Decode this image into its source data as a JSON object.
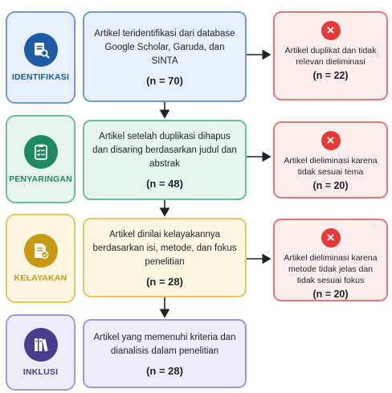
{
  "colors": {
    "blue": "#1f5aa6",
    "blue_bg": "#e8f0fb",
    "blue_border": "#6f9ad8",
    "green": "#1e8a5f",
    "green_bg": "#e6f5ee",
    "green_border": "#6cbf9a",
    "yellow": "#c79a12",
    "yellow_bg": "#fdf6e0",
    "yellow_border": "#e8c561",
    "purple": "#4b3b8f",
    "purple_bg": "#efecfa",
    "purple_border": "#a596dc",
    "red": "#e53935",
    "red_bg": "#fdeeee",
    "red_border": "#e27a7a"
  },
  "stages": [
    {
      "label": "IDENTIFIKASI",
      "icon": "document-search-icon"
    },
    {
      "label": "PENYARINGAN",
      "icon": "clipboard-checklist-icon"
    },
    {
      "label": "KELAYAKAN",
      "icon": "document-check-icon"
    },
    {
      "label": "INKLUSI",
      "icon": "books-icon"
    }
  ],
  "steps": [
    {
      "text": "Artikel teridentifikasi dari database Google Scholar, Garuda, dan SINTA",
      "n": "(n = 70)"
    },
    {
      "text": "Artikel setelah duplikasi dihapus dan disaring berdasarkan judul dan abstrak",
      "n": "(n = 48)"
    },
    {
      "text": "Artikel dinilai kelayakannya berdasarkan isi, metode, dan fokus penelitian",
      "n": "(n = 28)"
    },
    {
      "text": "Artikel yang memenuhi kriteria dan dianalisis dalam penelitian",
      "n": "(n = 28)"
    }
  ],
  "excluded": [
    {
      "text": "Artikel duplikat dan tidak relevan dieliminasi",
      "n": "(n = 22)"
    },
    {
      "text": "Artikel dieliminasi karena tidak sesuai tema",
      "n": "(n = 20)"
    },
    {
      "text": "Artikel dieliminasi karena metode tidak jelas dan tidak sesuai fokus",
      "n": "(n = 20)"
    }
  ]
}
